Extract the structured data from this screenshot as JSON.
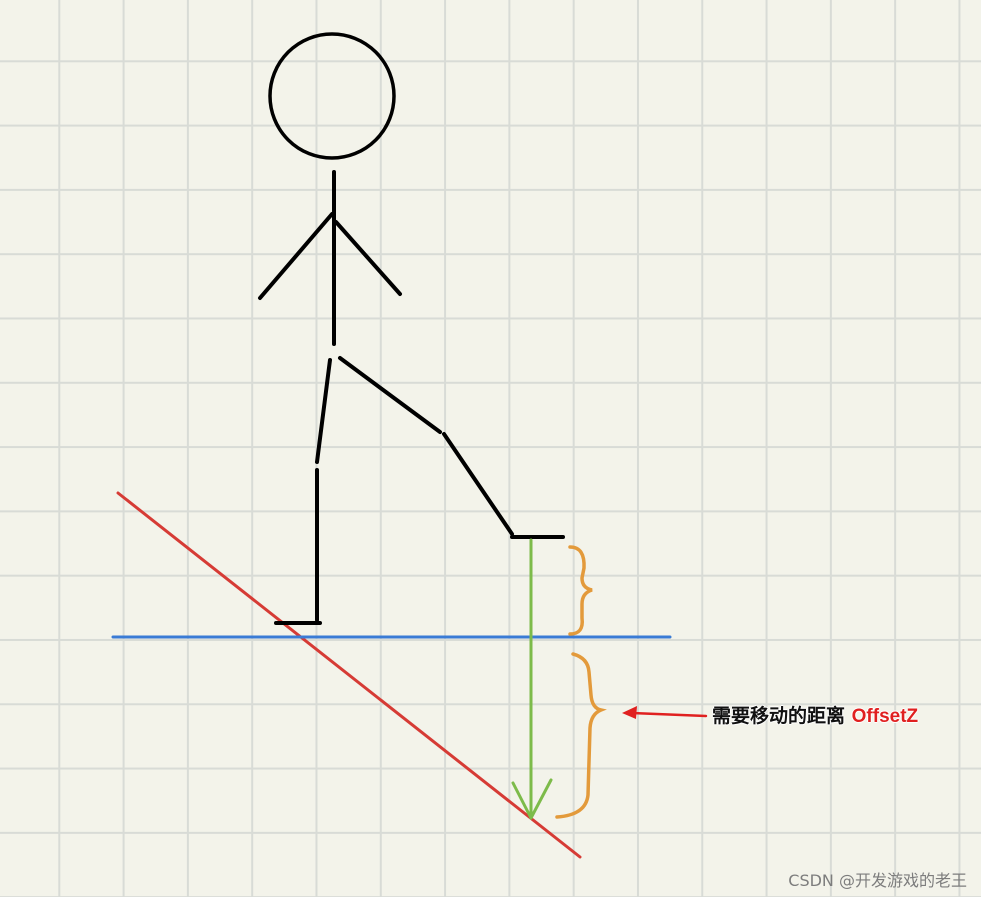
{
  "annotation": {
    "text_cn": "需要移动的距离",
    "text_var": "OffsetZ"
  },
  "watermark": "CSDN @开发游戏的老王",
  "colors": {
    "background": "#f3f3ea",
    "grid": "#d8dbd6",
    "figure": "#000000",
    "slope_line": "#d63b35",
    "ground_line": "#3a7bd5",
    "drop_arrow": "#7dbb4a",
    "brace": "#e39a3b",
    "pointer_arrow": "#e02020"
  }
}
